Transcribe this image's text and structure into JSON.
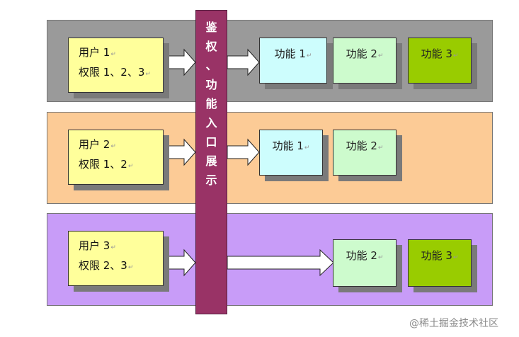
{
  "rows": [
    {
      "user": "用户 1",
      "permission": "权限 1、2、3",
      "functions": [
        "功能 1",
        "功能 2",
        "功能 3"
      ]
    },
    {
      "user": "用户 2",
      "permission": "权限 1、2",
      "functions": [
        "功能 1",
        "功能 2"
      ]
    },
    {
      "user": "用户 3",
      "permission": "权限 2、3",
      "functions": [
        "功能 2",
        "功能 3"
      ]
    }
  ],
  "pillar": {
    "chars": [
      "鉴",
      "权",
      "、",
      "功",
      "能",
      "入",
      "口",
      "展",
      "示"
    ]
  },
  "return_mark": "↵",
  "watermark": "@稀土掘金技术社区",
  "colors": {
    "band_row_1": "#9a9a9a",
    "band_row_2": "#fccb96",
    "band_row_3": "#c89cf8",
    "user_box": "#ffff9b",
    "function_1": "#cdfdfd",
    "function_2": "#cdfbcd",
    "function_3": "#99cc00",
    "pillar": "#993366"
  }
}
